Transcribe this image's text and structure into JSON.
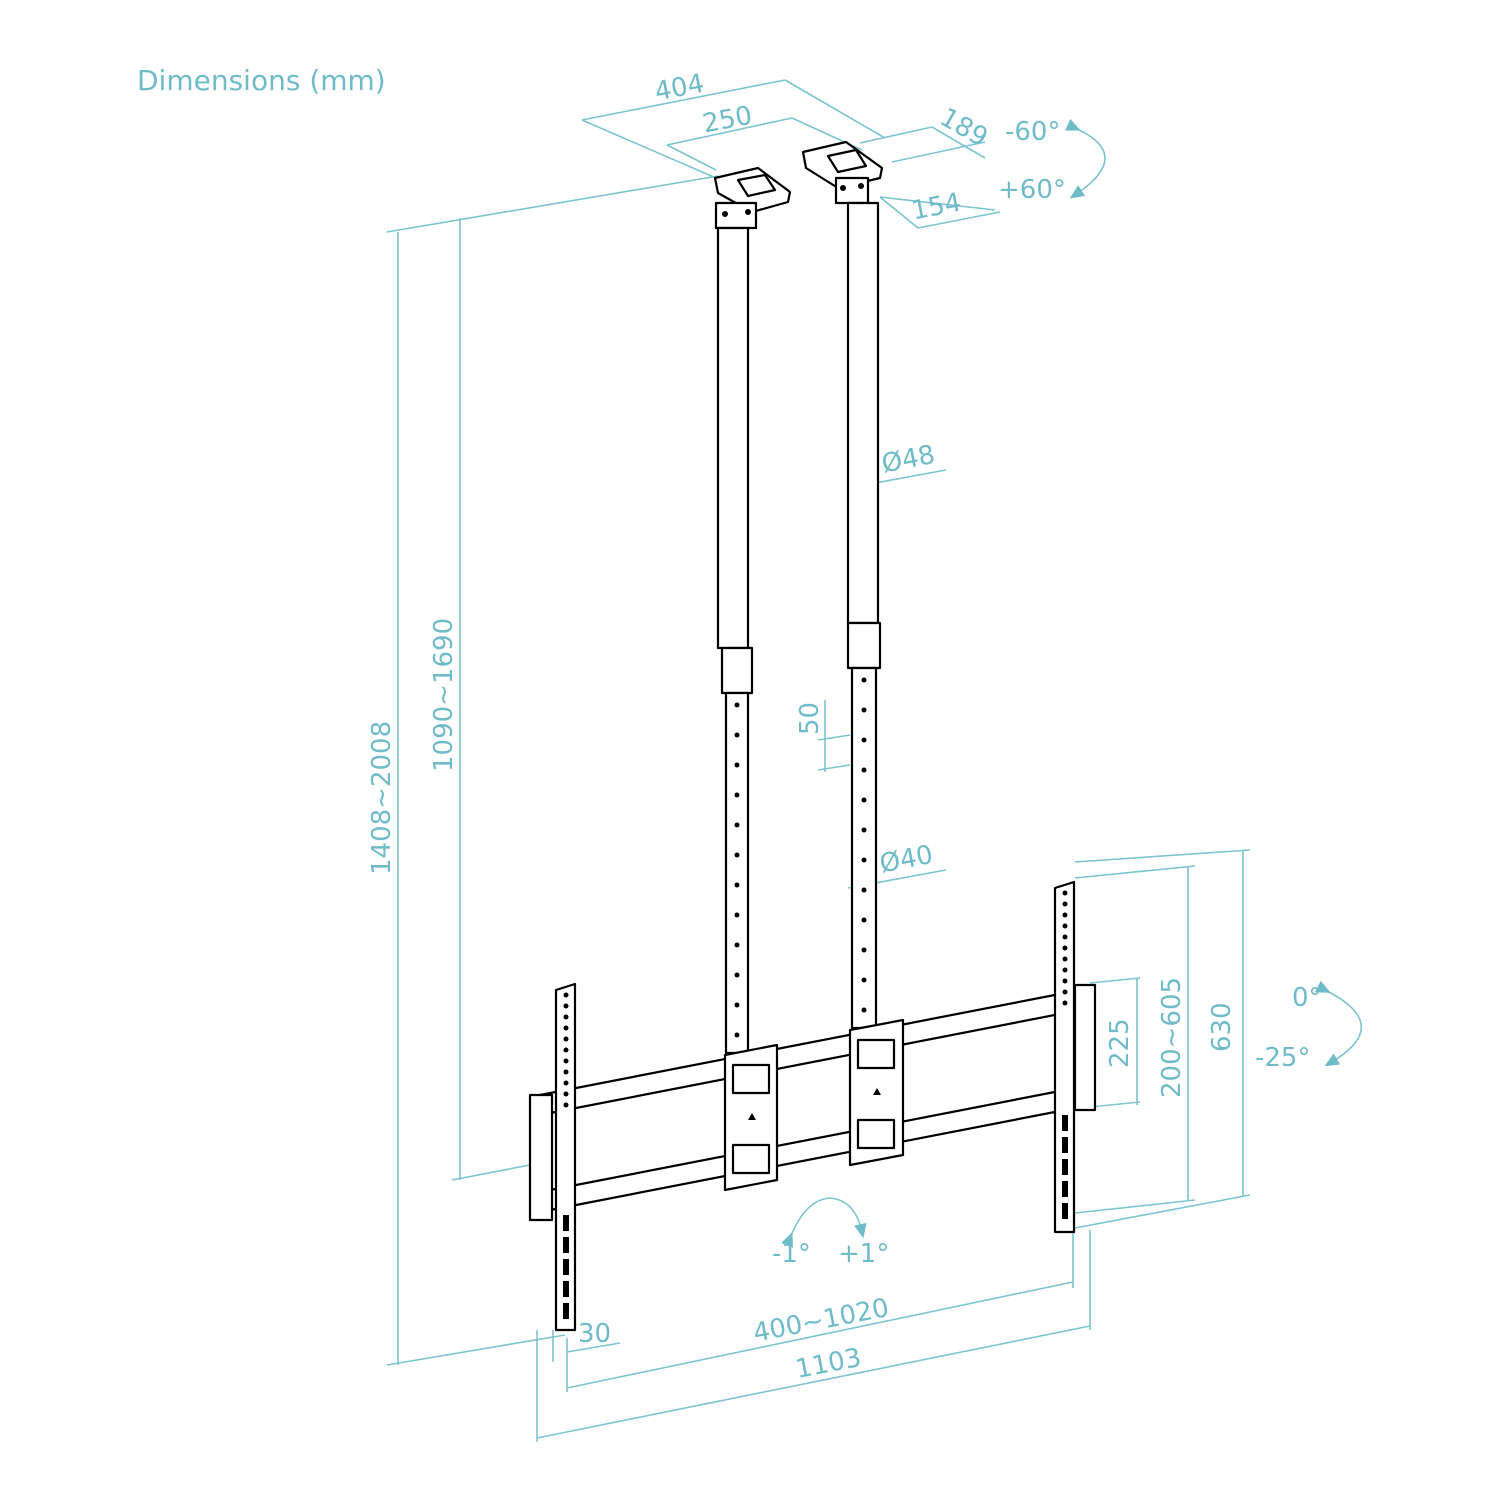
{
  "title": "Dimensions (mm)",
  "labels": {
    "overall_height": "1408~2008",
    "pole_height": "1090~1690",
    "plate_depth": "404",
    "plate_depth_inner": "250",
    "plate_width": "189",
    "plate_width_inner": "154",
    "swivel_neg": "-60°",
    "swivel_pos": "+60°",
    "upper_pole_diameter": "Ø48",
    "lower_pole_diameter": "Ø40",
    "hole_spacing": "50",
    "vesa_horizontal": "400~1020",
    "overall_width": "1103",
    "bracket_offset": "30",
    "arm_spacing": "225",
    "vesa_vertical": "200~605",
    "arm_height": "630",
    "tilt_zero": "0°",
    "tilt_neg": "-25°",
    "level_neg": "-1°",
    "level_pos": "+1°"
  },
  "colors": {
    "dimension": "#6fbcc8",
    "drawing": "#000000"
  }
}
